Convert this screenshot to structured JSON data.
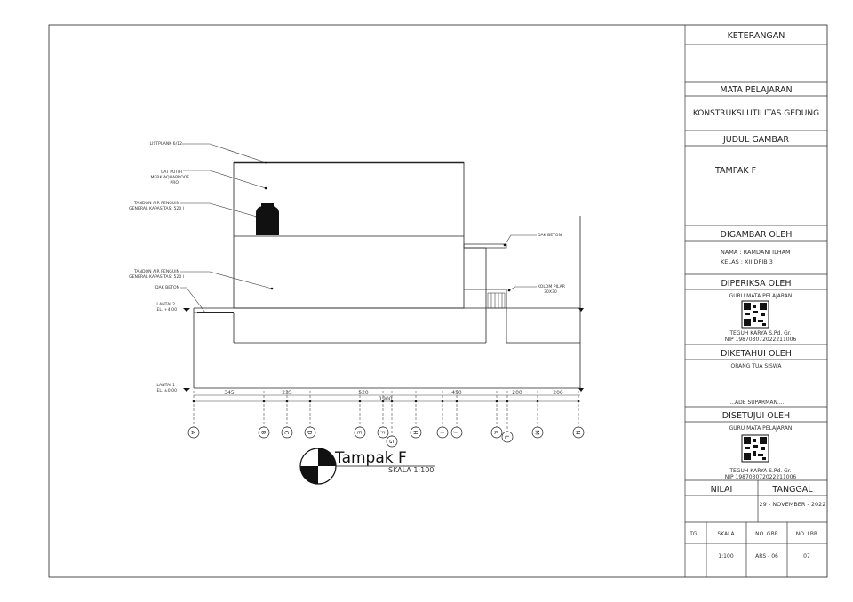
{
  "title_block": {
    "keterangan": "KETERANGAN",
    "mata_pelajaran_label": "MATA PELAJARAN",
    "mata_pelajaran_value": "KONSTRUKSI UTILITAS GEDUNG",
    "judul_label": "JUDUL GAMBAR",
    "judul_value": "TAMPAK F",
    "digambar_label": "DIGAMBAR OLEH",
    "nama": "NAMA :  RAMDANI ILHAM",
    "kelas": "KELAS :  XII DPIB 3",
    "diperiksa_label": "DIPERIKSA OLEH",
    "diperiksa_role": "GURU MATA PELAJARAN",
    "diperiksa_name": "TEGUH KARYA S.Pd. Gr.",
    "diperiksa_nip": "NIP 198703072022211006",
    "diketahui_label": "DIKETAHUI OLEH",
    "diketahui_role": "ORANG TUA SISWA",
    "diketahui_name": "....ADE SUPARMAN....",
    "disetujui_label": "DISETUJUI OLEH",
    "disetujui_role": "GURU MATA PELAJARAN",
    "disetujui_name": "TEGUH KARYA S.Pd. Gr.",
    "disetujui_nip": "NIP 198703072022211006",
    "nilai_label": "NILAI",
    "tanggal_label": "TANGGAL",
    "tanggal_value": "29 - NOVEMBER - 2022",
    "tgl_label": "TGL.",
    "skala_label": "SKALA",
    "no_gbr_label": "NO. GBR",
    "no_lbr_label": "NO. LBR",
    "skala_value": "1:100",
    "no_gbr_value": "ARS - 06",
    "no_lbr_value": "07"
  },
  "drawing": {
    "title": "Tampak F",
    "scale": "SKALA 1:100",
    "labels": {
      "listplank": "LISTPLANK 6/12",
      "cat_1": "CAT PUTIH",
      "cat_2": "MERK AQUAPROOF",
      "cat_3": "PRO",
      "tandon1_1": "TANDON AIR PENGUIN",
      "tandon1_2": "GENERAL KAPASITAS: 520 l",
      "tandon2_1": "TANDON AIR PENGUIN",
      "tandon2_2": "GENERAL KAPASITAS: 520 l",
      "dak_beton_left": "DAK BETON",
      "lantai2_1": "LANTAI 2",
      "lantai2_2": "EL. +4.00",
      "lantai1_1": "LANTAI 1",
      "lantai1_2": "EL. ±0.00",
      "dak_beton_right": "DAK BETON",
      "kolom_1": "KOLOM PILAR",
      "kolom_2": "30X30"
    },
    "dimensions": {
      "d1": "345",
      "d2": "235",
      "d3": "520",
      "d4": "450",
      "d5": "200",
      "d6": "200",
      "total": "1900"
    },
    "grid_axes": [
      "A",
      "B",
      "C",
      "D",
      "E",
      "F",
      "G",
      "H",
      "I",
      "J",
      "K",
      "L",
      "M",
      "N"
    ]
  }
}
